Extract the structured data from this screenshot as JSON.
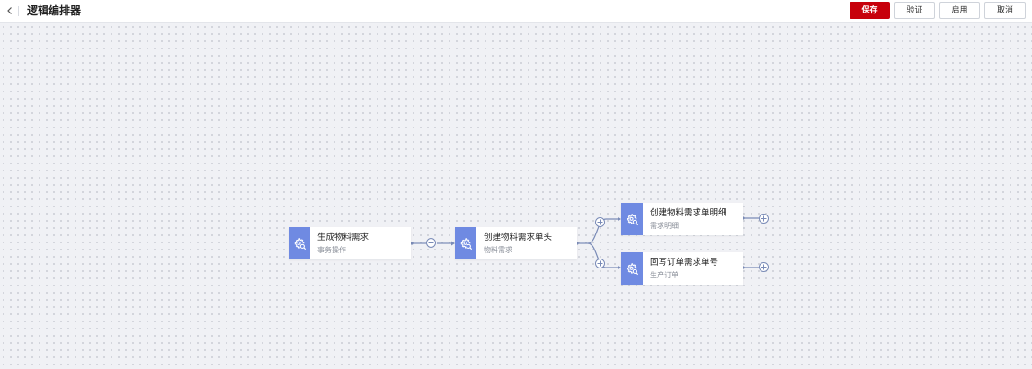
{
  "header": {
    "title": "逻辑编排器",
    "buttons": {
      "save": "保存",
      "validate": "验证",
      "enable": "启用",
      "cancel": "取消"
    }
  },
  "colors": {
    "primary_button": "#c7000b",
    "node_icon": "#6f8ae2",
    "connector": "#7a8bb7"
  },
  "nodes": [
    {
      "name": "生成物料需求",
      "subtitle": "事务操作",
      "icon": "gear-search-icon"
    },
    {
      "name": "创建物料需求单头",
      "subtitle": "物料需求",
      "icon": "gear-search-icon"
    },
    {
      "name": "创建物料需求单明细",
      "subtitle": "需求明细",
      "icon": "gear-search-icon"
    },
    {
      "name": "回写订单需求单号",
      "subtitle": "生产订单",
      "icon": "gear-search-icon"
    }
  ]
}
